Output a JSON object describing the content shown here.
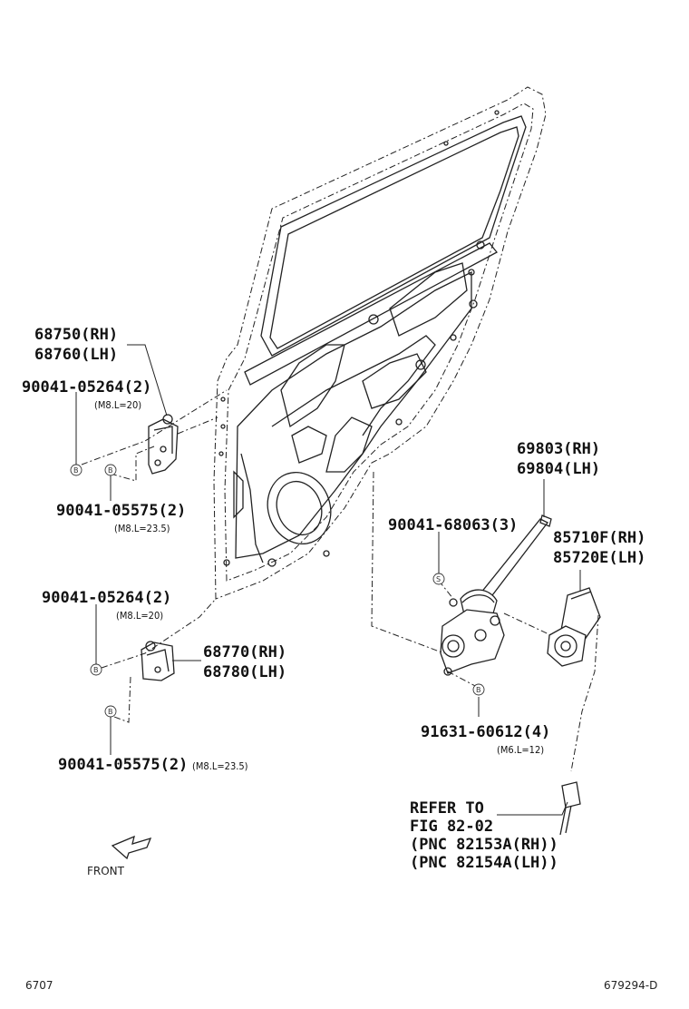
{
  "callouts": {
    "hinge_upper": {
      "rh": "68750(RH)",
      "lh": "68760(LH)"
    },
    "bolt_upper_a": {
      "part": "90041-05264(2)",
      "spec": "(M8.L=20)"
    },
    "bolt_upper_b": {
      "part": "90041-05575(2)",
      "spec": "(M8.L=23.5)"
    },
    "bolt_lower_a": {
      "part": "90041-05264(2)",
      "spec": "(M8.L=20)"
    },
    "hinge_lower": {
      "rh": "68770(RH)",
      "lh": "68780(LH)"
    },
    "bolt_lower_b": {
      "part": "90041-05575(2)",
      "spec": "(M8.L=23.5)"
    },
    "regulator": {
      "rh": "69803(RH)",
      "lh": "69804(LH)"
    },
    "screw": {
      "part": "90041-68063(3)"
    },
    "motor": {
      "rh": "85710F(RH)",
      "lh": "85720E(LH)"
    },
    "bolt_regulator": {
      "part": "91631-60612(4)",
      "spec": "(M6.L=12)"
    },
    "refer": {
      "line1": "REFER TO",
      "line2": "FIG 82-02",
      "line3": "(PNC 82153A(RH))",
      "line4": "(PNC 82154A(LH))"
    }
  },
  "markers": {
    "b": "B",
    "s": "S"
  },
  "front_label": "FRONT",
  "footer": {
    "left": "6707",
    "right": "679294-D"
  }
}
